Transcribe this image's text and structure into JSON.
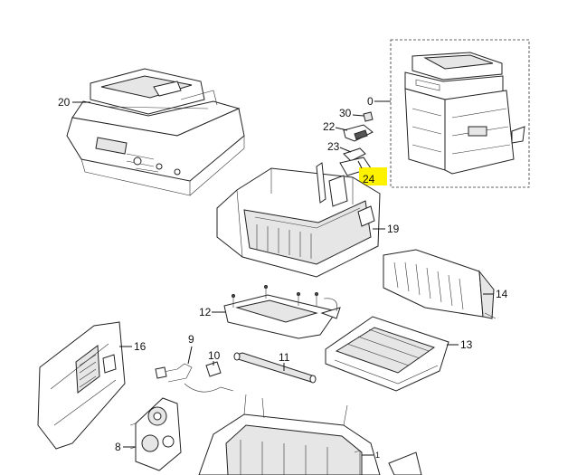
{
  "callouts": {
    "c0": "0",
    "c1": "1",
    "c8": "8",
    "c9": "9",
    "c10": "10",
    "c11": "11",
    "c12": "12",
    "c13": "13",
    "c14": "14",
    "c16": "16",
    "c19": "19",
    "c20": "20",
    "c22": "22",
    "c23": "23",
    "c24": "24",
    "c30": "30"
  },
  "highlight_color": "#fff200",
  "line_color": "#111111"
}
